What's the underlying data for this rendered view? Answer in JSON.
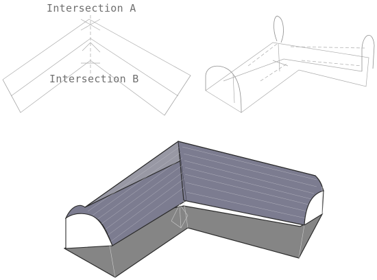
{
  "labels": {
    "intersection_a": "Intersection A",
    "intersection_b": "Intersection B"
  },
  "colors": {
    "background": "#ffffff",
    "line": "#a9a9a9",
    "label": "#6f6f6f",
    "vault_surface": "#7c7c90",
    "vault_top": "#9898a4",
    "base_plane": "#858585",
    "outline": "#2b2b2b"
  },
  "views": [
    "plan-view",
    "wireframe-view",
    "shaded-3d-view"
  ]
}
